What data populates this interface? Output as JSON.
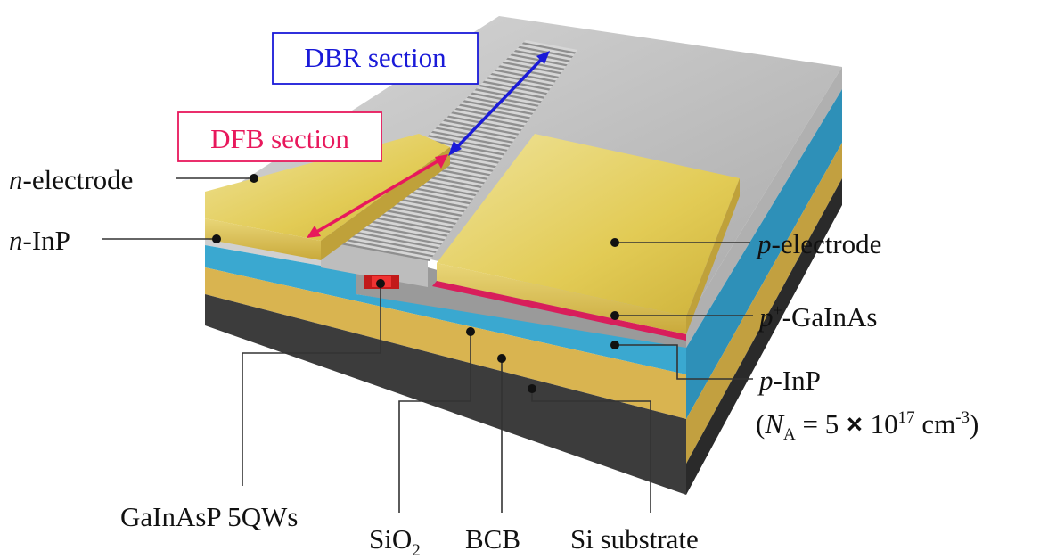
{
  "section_labels": {
    "dbr": "DBR section",
    "dfb": "DFB section"
  },
  "labels": {
    "n_electrode_prefix": "n",
    "n_electrode_rest": "-electrode",
    "n_inp_prefix": "n",
    "n_inp_rest": "-InP",
    "p_electrode_prefix": "p",
    "p_electrode_rest": "-electrode",
    "p_gainas_prefix": "p",
    "p_gainas_sup": "+",
    "p_gainas_rest": "-GaInAs",
    "p_inp_prefix": "p",
    "p_inp_rest": "-InP",
    "doping_open": "(",
    "doping_symbol": "N",
    "doping_sub": "A",
    "doping_mid": " = 5",
    "doping_times": " × ",
    "doping_base": "10",
    "doping_exp": "17",
    "doping_unit": " cm",
    "doping_unit_exp": "-3",
    "doping_close": ")",
    "qw": "GaInAsP 5QWs",
    "sio2_base": "SiO",
    "sio2_sub": "2",
    "bcb": "BCB",
    "si_substrate": "Si substrate"
  },
  "colors": {
    "dbr": "#1a1ad8",
    "dfb": "#e8185c",
    "electrode": "#e8d36a",
    "inp": "#c8c8c8",
    "bcb": "#d9b450",
    "sio2": "#3aa8d0",
    "si": "#3c3c3c",
    "gainas": "#d81e5b"
  }
}
